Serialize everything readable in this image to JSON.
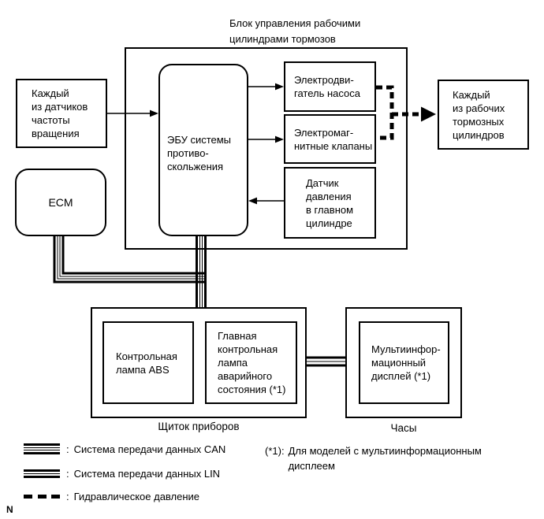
{
  "diagram": {
    "control_unit_title": "Блок управления рабочими\nцилиндрами тормозов",
    "nodes": {
      "speed_sensors": "Каждый\nиз датчиков\nчастоты\nвращения",
      "abs_ecu": "ЭБУ системы\nпротиво-\nскольжения",
      "pump_motor": "Электродви-\nгатель насоса",
      "solenoid_valves": "Электромаг-\nнитные клапаны",
      "pressure_sensor": "Датчик\nдавления\nв главном\nцилиндре",
      "brake_cylinders": "Каждый\nиз рабочих\nтормозных\nцилиндров",
      "ecm": "ECM",
      "abs_warning_lamp": "Контрольная\nлампа ABS",
      "main_warning_lamp": "Главная\nконтрольная\nлампа\nаварийного\nсостояния (*1)",
      "multi_display": "Мультиинфор-\nмационный\nдисплей (*1)"
    },
    "labels": {
      "instrument_panel": "Щиток приборов",
      "clock": "Часы",
      "corner_marker": "N"
    },
    "legend": {
      "separator": ":",
      "can": "Система передачи данных CAN",
      "lin": "Система передачи данных LIN",
      "hydraulic": "Гидравлическое давление"
    },
    "note": {
      "prefix": "(*1):",
      "text": "Для моделей с мультиинформационным\nдисплеем"
    },
    "colors": {
      "line": "#000000",
      "background": "#ffffff"
    }
  }
}
